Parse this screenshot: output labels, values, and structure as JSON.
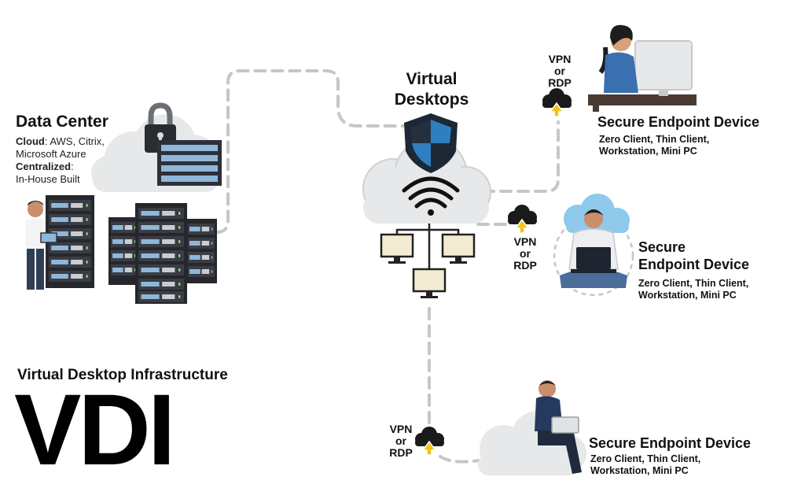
{
  "data_center": {
    "title": "Data Center",
    "cloud_label": "Cloud",
    "cloud_value": ": AWS, Citrix,",
    "cloud_value_2": "Microsoft Azure",
    "centralized_label": "Centralized",
    "centralized_value": ":",
    "centralized_value_2": "In-House Built"
  },
  "virtual_desktops": {
    "title_line1": "Virtual",
    "title_line2": "Desktops"
  },
  "connection": {
    "line1": "VPN",
    "line2": "or",
    "line3": "RDP"
  },
  "endpoints": [
    {
      "title": "Secure Endpoint Device",
      "sub_line1": "Zero Client, Thin Client,",
      "sub_line2": "Workstation, Mini PC"
    },
    {
      "title_line1": "Secure",
      "title_line2": "Endpoint Device",
      "sub_line1": "Zero Client, Thin Client,",
      "sub_line2": "Workstation, Mini PC"
    },
    {
      "title": "Secure Endpoint Device",
      "sub_line1": "Zero Client, Thin Client,",
      "sub_line2": "Workstation, Mini PC"
    }
  ],
  "branding": {
    "subtitle": "Virtual Desktop Infrastructure",
    "acronym": "VDI"
  },
  "colors": {
    "shield_blue": "#2f7fc0",
    "shield_dark": "#1c2836",
    "person_blue": "#3a6fb0",
    "person_navy": "#253a5e",
    "cloud_grey": "#e7e8ea",
    "dash_grey": "#c6c6c6",
    "arrow_yellow": "#f2c21b",
    "monitor_fill": "#f4ecd2"
  },
  "icons": [
    "padlock-icon",
    "shield-icon",
    "wifi-icon",
    "upload-cloud-icon",
    "server-rack-icon",
    "monitor-icon",
    "laptop-icon"
  ]
}
